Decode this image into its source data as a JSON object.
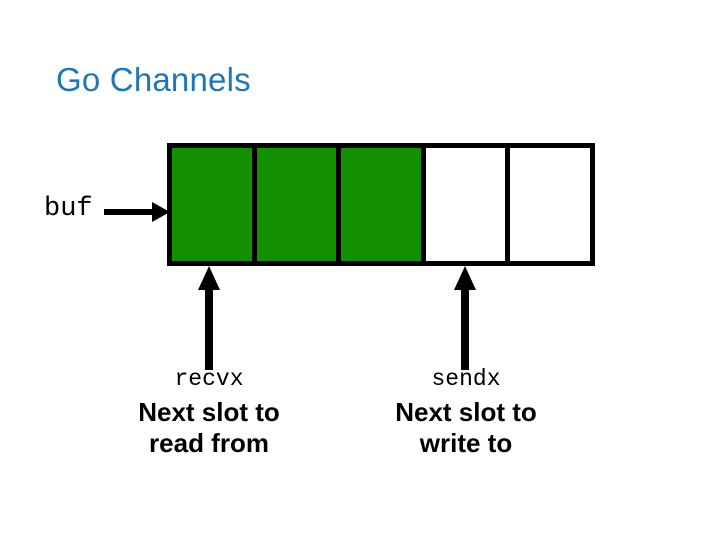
{
  "slide": {
    "title": "Go Channels",
    "title_color": "#1f76bc",
    "background_color": "#ffffff"
  },
  "buffer": {
    "label": "buf",
    "capacity": 5,
    "filled_count": 3,
    "filled_color": "#129000",
    "empty_color": "#ffffff",
    "border_color": "#000000",
    "cells": [
      {
        "index": 0,
        "state": "filled"
      },
      {
        "index": 1,
        "state": "filled"
      },
      {
        "index": 2,
        "state": "filled"
      },
      {
        "index": 3,
        "state": "empty"
      },
      {
        "index": 4,
        "state": "empty"
      }
    ]
  },
  "pointers": [
    {
      "name": "recvx",
      "description_line1": "Next slot to",
      "description_line2": "read from",
      "target_cell_index": 0
    },
    {
      "name": "sendx",
      "description_line1": "Next slot to",
      "description_line2": "write to",
      "target_cell_index": 3
    }
  ]
}
